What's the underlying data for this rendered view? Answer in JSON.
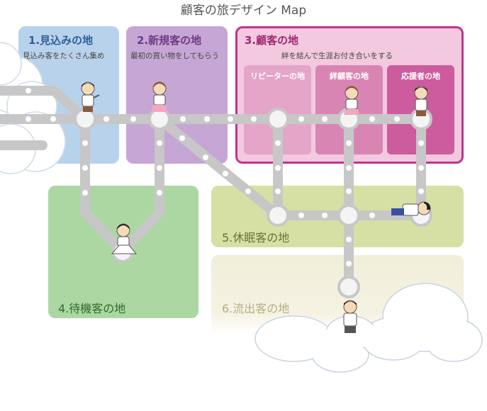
{
  "title": "顧客の旅デザイン Map",
  "zones": {
    "z1": {
      "label": "1.見込みの地",
      "sub": "見込み客をたくさん集め"
    },
    "z2": {
      "label": "2.新規客の地",
      "sub": "最初の買い物をしてもらう"
    },
    "z3": {
      "label": "3.顧客の地",
      "sub": "絆を結んで生涯お付き合いをする",
      "children": [
        "リピーターの地",
        "絆顧客の地",
        "応援者の地"
      ]
    },
    "z4": {
      "label": "4.待機客の地"
    },
    "z5": {
      "label": "5.休眠客の地"
    },
    "z6": {
      "label": "6.流出客の地"
    }
  },
  "colors": {
    "z1": "#b9d2ec",
    "z2": "#c6a6d4",
    "z3": "#f2c9df",
    "z3_border": "#c2338a",
    "z4": "#acd7a2",
    "z5": "#d6e0a4",
    "z6": "#f1eed9",
    "rail": "#c7c7c7"
  }
}
